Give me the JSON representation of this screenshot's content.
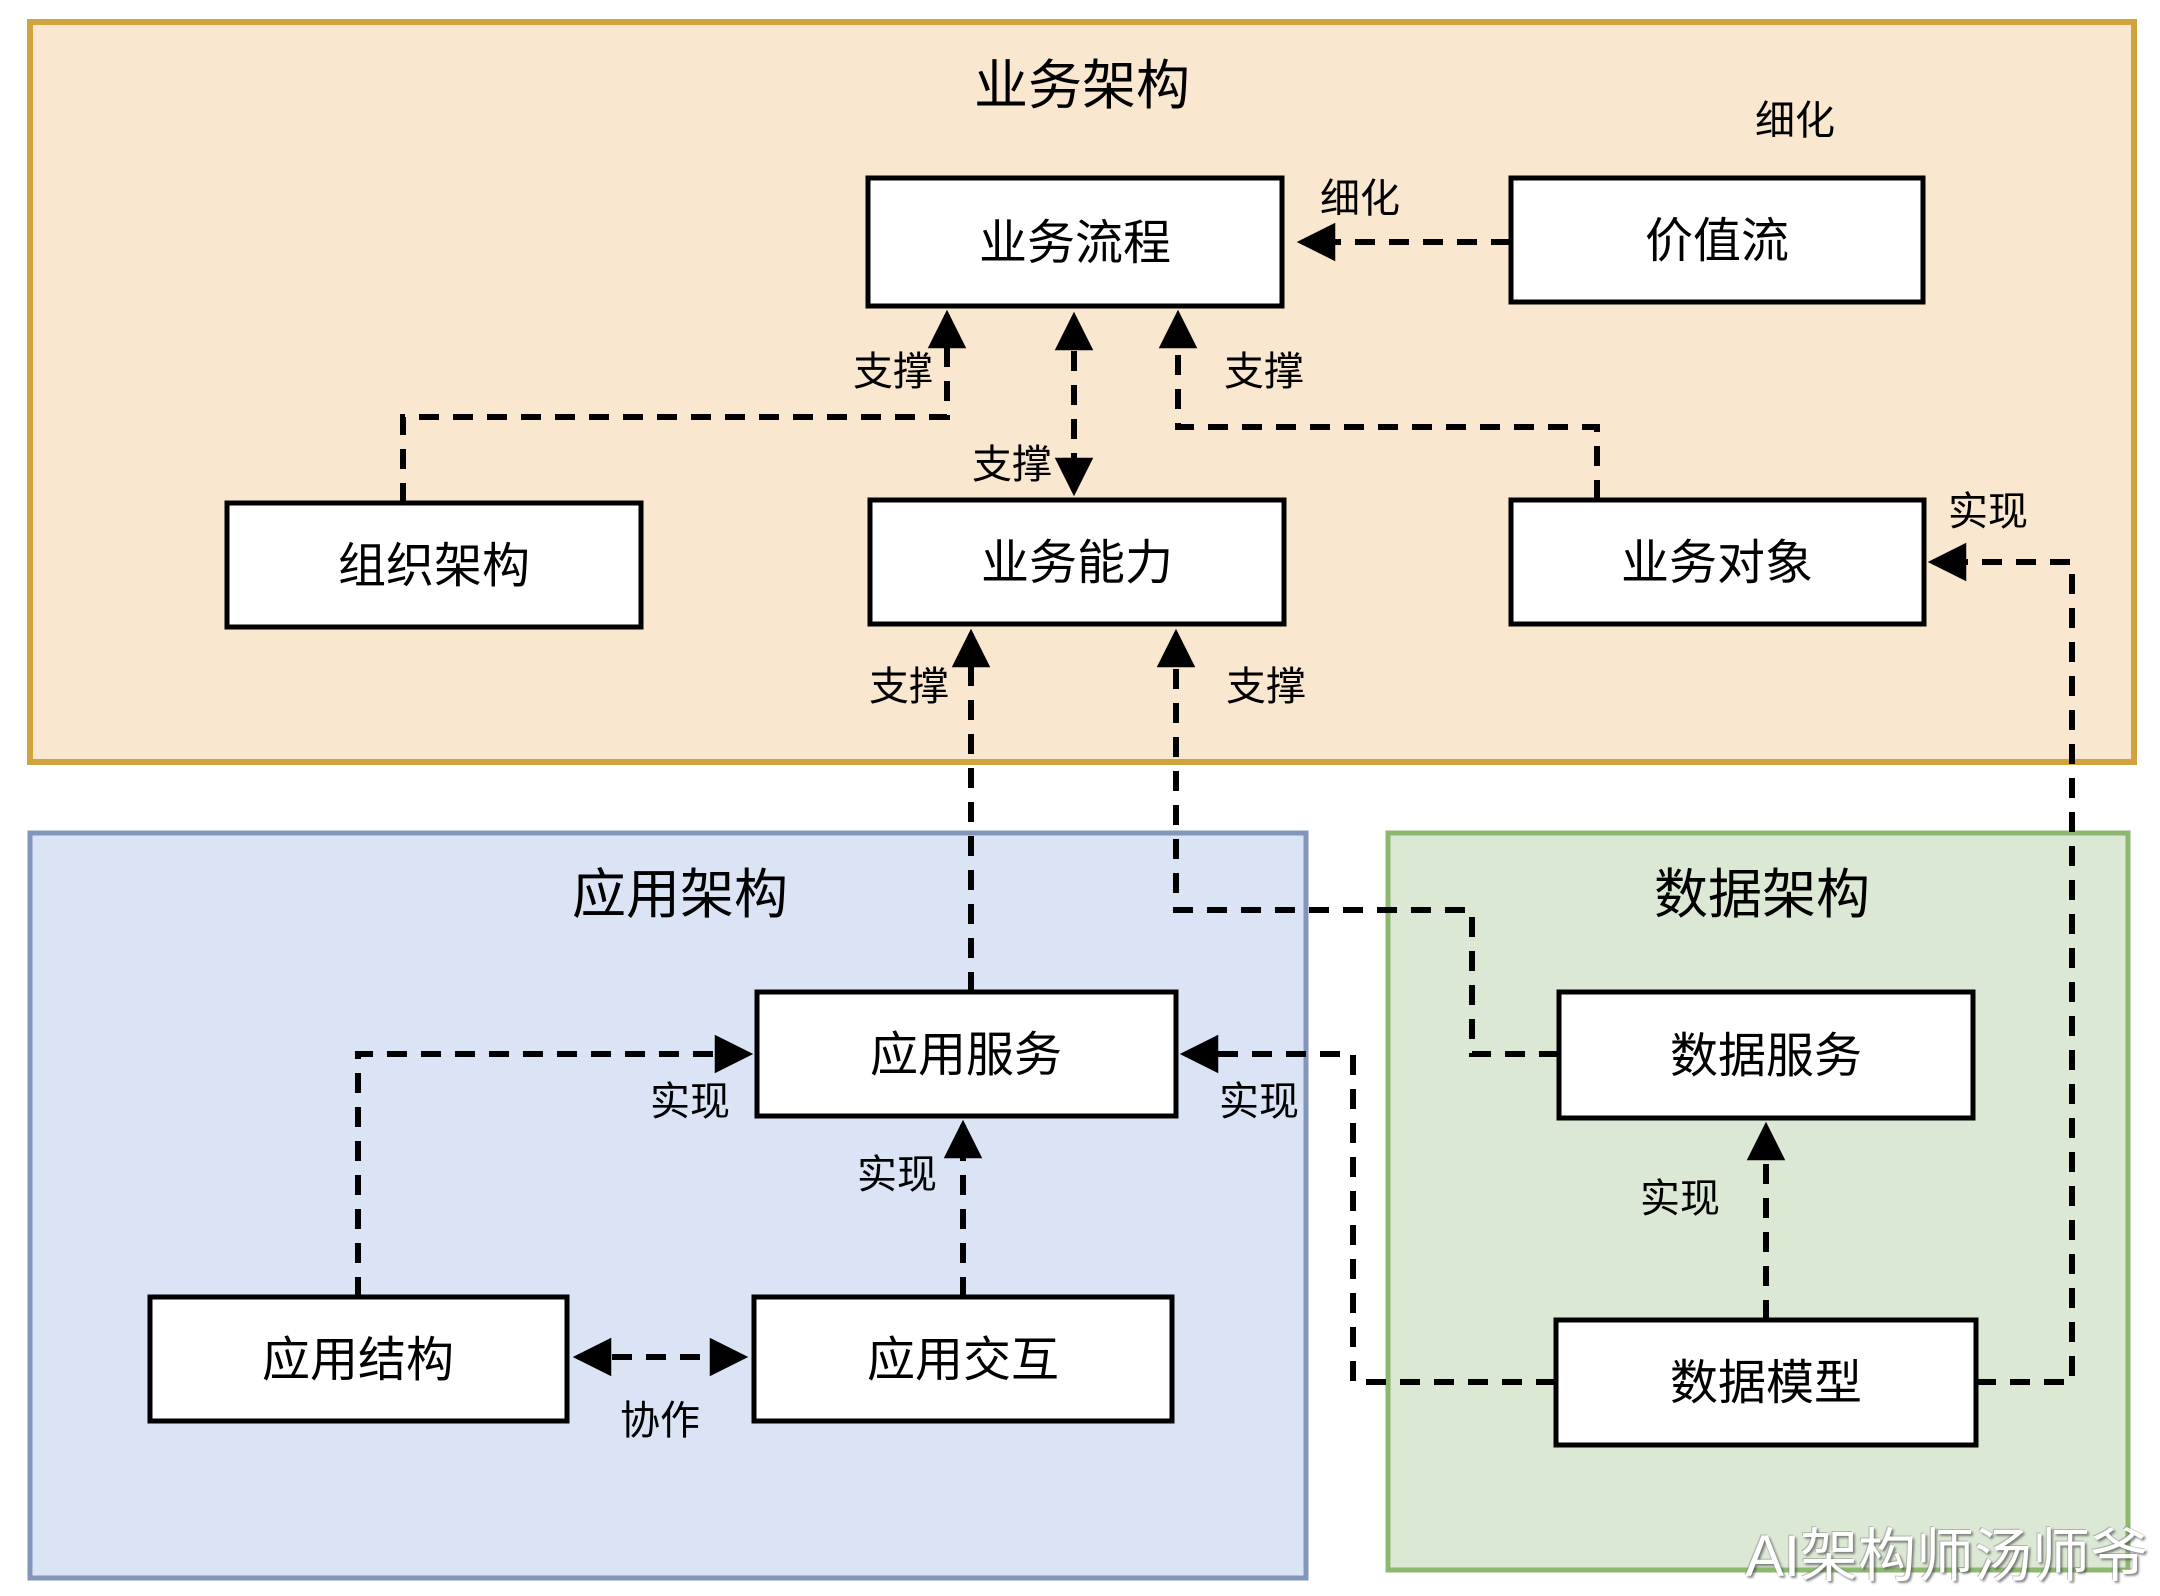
{
  "diagram": {
    "type": "enterprise-architecture-diagram",
    "regions": {
      "business": {
        "title": "业务架构",
        "fill": "#FAE7CF",
        "border": "#D0A33E"
      },
      "application": {
        "title": "应用架构",
        "fill": "#DBE4F5",
        "border": "#8296BB"
      },
      "data": {
        "title": "数据架构",
        "fill": "#DBE8D4",
        "border": "#8CB86F"
      }
    },
    "nodes": {
      "biz_process": "业务流程",
      "value_stream": "价值流",
      "org_structure": "组织架构",
      "biz_capability": "业务能力",
      "biz_object": "业务对象",
      "app_service": "应用服务",
      "app_structure": "应用结构",
      "app_interaction": "应用交互",
      "data_service": "数据服务",
      "data_model": "数据模型"
    },
    "edge_labels": {
      "refine_arrow": "细化",
      "refine_top": "细化",
      "support_left": "支撑",
      "support_center": "支撑",
      "support_right": "支撑",
      "support_bottom_left": "支撑",
      "support_bottom_right": "支撑",
      "realize_biz_object": "实现",
      "realize_app_left": "实现",
      "realize_app_bottom": "实现",
      "realize_app_right": "实现",
      "realize_data": "实现",
      "collaborate": "协作"
    },
    "watermark": "AI架构师汤师爷",
    "line_color": "#000000",
    "node_fill": "#FFFFFF"
  }
}
